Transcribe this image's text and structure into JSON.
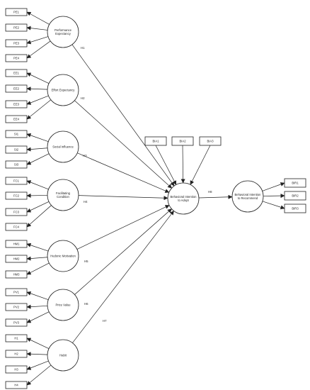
{
  "colors": {
    "stroke": "#222222",
    "fill": "#ffffff",
    "text": "#222222"
  },
  "constructs": [
    {
      "id": "pe",
      "label": [
        "Performance",
        "Expectancy"
      ],
      "indicators": [
        "PE1",
        "PE2",
        "PE3",
        "PE4"
      ],
      "hypothesis": "H1"
    },
    {
      "id": "ee",
      "label": [
        "Effort Expectancy"
      ],
      "indicators": [
        "EE1",
        "EE2",
        "EE3",
        "EE4"
      ],
      "hypothesis": "H2"
    },
    {
      "id": "si",
      "label": [
        "Social Influence"
      ],
      "indicators": [
        "SI1",
        "SI2",
        "SI3"
      ],
      "hypothesis": "H3"
    },
    {
      "id": "fc",
      "label": [
        "Facilitating",
        "Condition"
      ],
      "indicators": [
        "FC1",
        "FC2",
        "FC3",
        "FC4"
      ],
      "hypothesis": "H4"
    },
    {
      "id": "hm",
      "label": [
        "Hedonic Motivation"
      ],
      "indicators": [
        "HM1",
        "HM2",
        "HM3"
      ],
      "hypothesis": "H5"
    },
    {
      "id": "pv",
      "label": [
        "Price Value"
      ],
      "indicators": [
        "PV1",
        "PV2",
        "PV3"
      ],
      "hypothesis": "H6"
    },
    {
      "id": "hab",
      "label": [
        "Habit"
      ],
      "indicators": [
        "H1",
        "H2",
        "H3",
        "H4"
      ],
      "hypothesis": "H7"
    }
  ],
  "bia": {
    "label": [
      "Behavioral Intention",
      "to Adopt"
    ],
    "indicators": [
      "BIA1",
      "BIA2",
      "BIA3"
    ]
  },
  "bir": {
    "label": [
      "Behavioral Intention",
      "to Recommend"
    ],
    "indicators": [
      "BIR1",
      "BIR2",
      "BIR3"
    ],
    "hypothesis": "H8"
  }
}
